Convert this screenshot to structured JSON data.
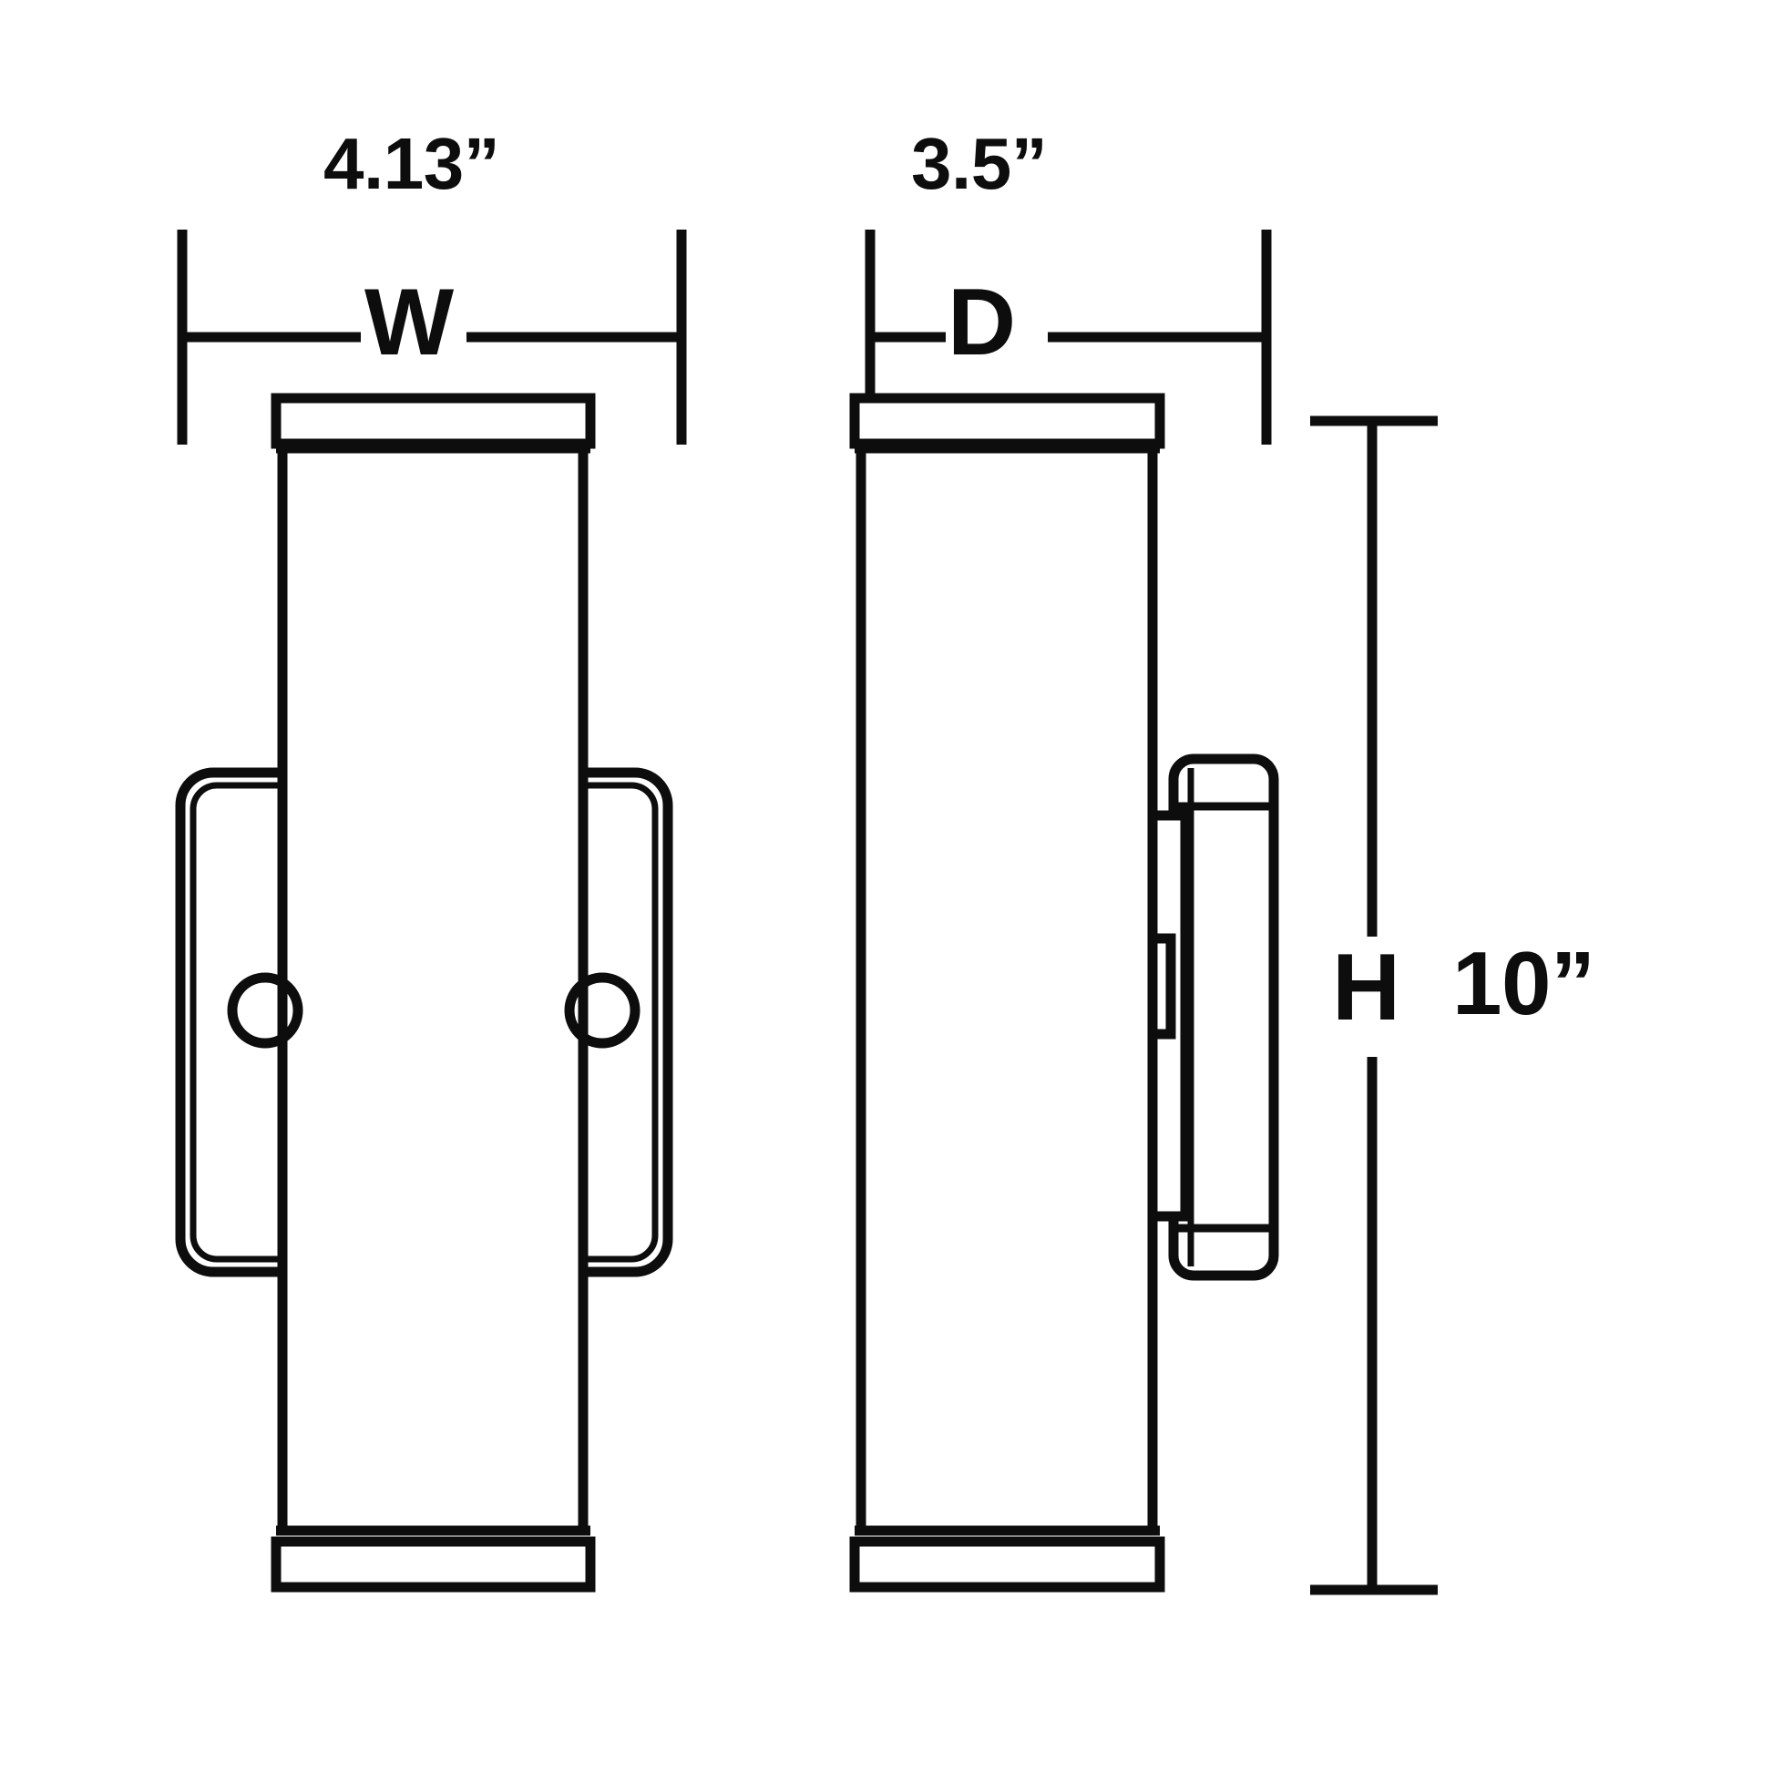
{
  "diagram": {
    "title": "Wall sconce dimension drawing",
    "units": "inches",
    "line_color": "#0d0d0d",
    "fill_color": "#ffffff",
    "background": "#ffffff",
    "dimensions": {
      "width": {
        "letter": "W",
        "value": "4.13”"
      },
      "depth": {
        "letter": "D",
        "value": "3.5”"
      },
      "height": {
        "letter": "H",
        "value": "10”"
      }
    },
    "views": [
      {
        "name": "front-view",
        "label": "W"
      },
      {
        "name": "side-view",
        "label": "D"
      }
    ]
  }
}
